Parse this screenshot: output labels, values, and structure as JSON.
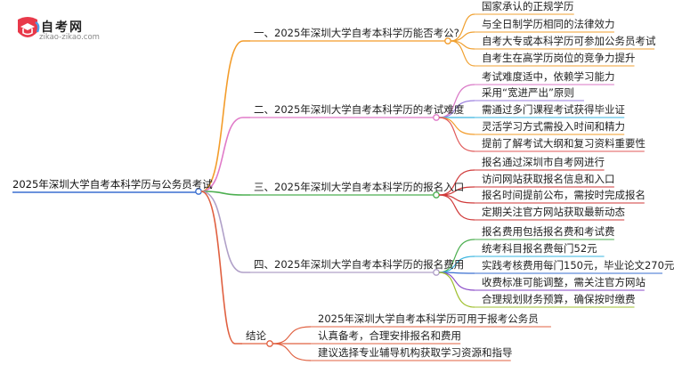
{
  "logo": {
    "name": "自考网",
    "url": "zikao-zikao.com",
    "icon": "graduation-cap-icon"
  },
  "root": "2025年深圳大学自考本科学历与公务员考试",
  "branches": [
    {
      "label": "一、2025年深圳大学自考本科学历能否考公?",
      "color": "#f39c2a",
      "leaves": [
        "国家承认的正规学历",
        "与全日制学历相同的法律效力",
        "自考大专或本科学历可参加公务员考试",
        "自考生在高学历岗位的竞争力提升"
      ],
      "leaf_colors": [
        "#f0a030",
        "#f0a030",
        "#f0a030",
        "#f0a030"
      ]
    },
    {
      "label": "二、2025年深圳大学自考本科学历的考试难度",
      "color": "#e07ac8",
      "leaves": [
        "考试难度适中，依赖学习能力",
        "采用“宽进严出”原则",
        "需通过多门课程考试获得毕业证",
        "灵活学习方式需投入时间和精力",
        "提前了解考试大纲和复习资料重要性"
      ],
      "leaf_colors": [
        "#d977c6",
        "#9b7fe0",
        "#39b5e0",
        "#f39c2a",
        "#e05a5a"
      ]
    },
    {
      "label": "三、2025年深圳大学自考本科学历的报名入口",
      "color": "#4caf50",
      "leaves": [
        "报名通过深圳市自考网进行",
        "访问网站获取报名信息和入口",
        "报名时间提前公布，需按时完成报名",
        "定期关注官方网站获取最新动态"
      ],
      "leaf_colors": [
        "#d03a3a",
        "#d03a3a",
        "#d03a3a",
        "#d03a3a"
      ]
    },
    {
      "label": "四、2025年深圳大学自考本科学历的报名费用",
      "color": "#b0a0c8",
      "leaves": [
        "报名费用包括报名费和考试费",
        "统考科目报名费每门52元",
        "实践考核费用每门150元，毕业论文270元",
        "收费标准可能调整，需关注官方网站",
        "合理规划财务预算，确保按时缴费"
      ],
      "leaf_colors": [
        "#4caf50",
        "#39b5e0",
        "#3a6fd0",
        "#8a4ac8",
        "#a0c030"
      ]
    },
    {
      "label": "结论",
      "color": "#e06040",
      "leaves": [
        "2025年深圳大学自考本科学历可用于报考公务员",
        "认真备考，合理安排报名和费用",
        "建议选择专业辅导机构获取学习资源和指导"
      ],
      "leaf_colors": [
        "#e06040",
        "#e06040",
        "#e06040"
      ]
    }
  ]
}
